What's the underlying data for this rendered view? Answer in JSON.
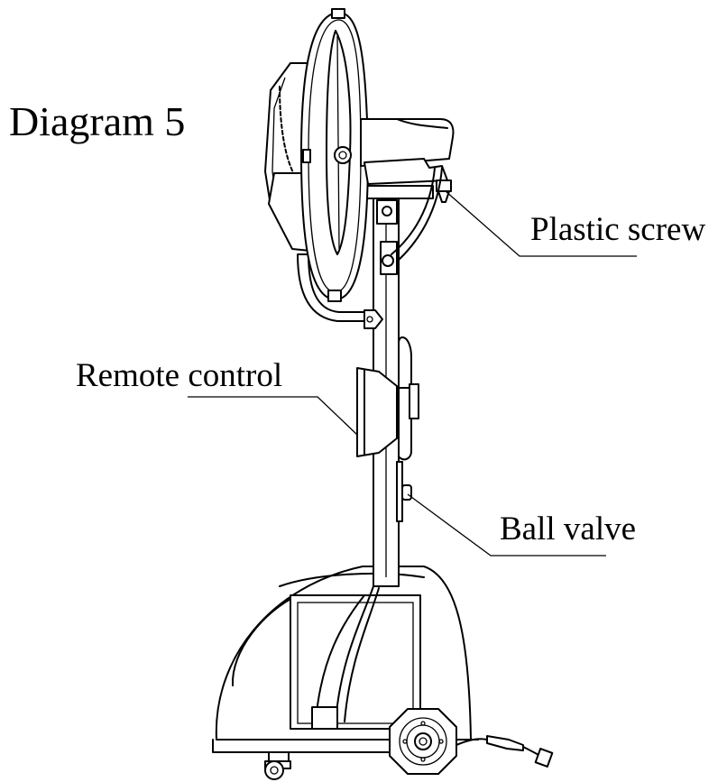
{
  "title": "Diagram 5",
  "labels": {
    "plastic_screw": "Plastic screw",
    "remote_control": "Remote control",
    "ball_valve": "Ball valve"
  }
}
